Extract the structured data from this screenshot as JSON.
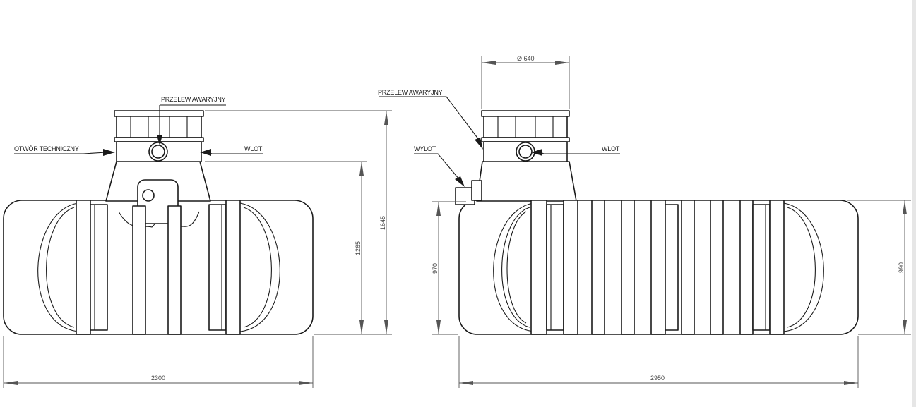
{
  "left_view": {
    "labels": {
      "przelew": "PRZELEW AWARYJNY",
      "otwor": "OTWÓR TECHNICZNY",
      "wlot": "WLOT"
    },
    "dimensions": {
      "width": "2300",
      "height_body": "1265",
      "height_total": "1645"
    }
  },
  "right_view": {
    "labels": {
      "przelew": "PRZELEW AWARYJNY",
      "wylot": "WYLOT",
      "wlot": "WLOT"
    },
    "dimensions": {
      "diameter": "Ø 640",
      "width": "2950",
      "height_left": "970",
      "height_right": "990"
    }
  }
}
